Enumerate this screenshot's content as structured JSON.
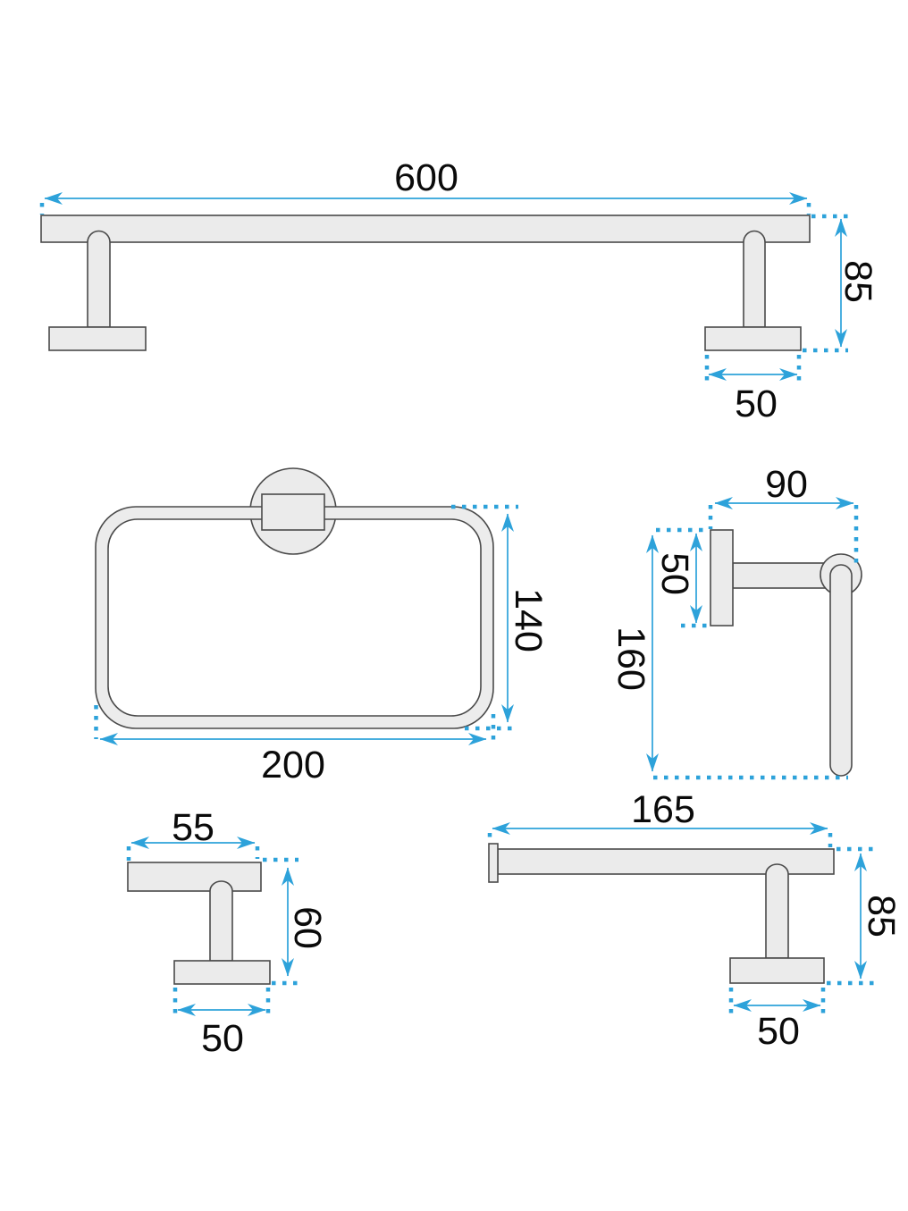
{
  "colors": {
    "dimension_blue": "#2da2da",
    "outline_gray": "#4a4a4a",
    "fill_gray": "#ebebeb",
    "label_black": "#0a0a0a"
  },
  "figures": {
    "towel_bar": {
      "width": "600",
      "height": "85",
      "base_width": "50"
    },
    "towel_ring": {
      "height": "140",
      "width": "200"
    },
    "paper_holder_side": {
      "depth": "90",
      "plate_height": "50",
      "height": "160"
    },
    "robe_hook": {
      "width": "55",
      "height": "60",
      "base_width": "50"
    },
    "paper_holder_front": {
      "width": "165",
      "height": "85",
      "base_width": "50"
    }
  }
}
